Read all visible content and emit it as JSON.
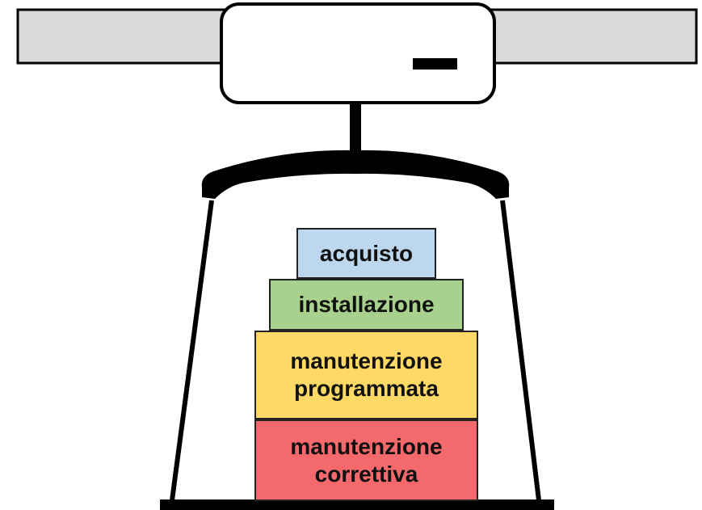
{
  "diagram": {
    "blocks": [
      {
        "id": "acquisto",
        "label": "acquisto",
        "color": "#bdd7ee"
      },
      {
        "id": "installazione",
        "label": "installazione",
        "color": "#a9d18e"
      },
      {
        "id": "programmata",
        "label": "manutenzione\nprogrammata",
        "color": "#ffd966"
      },
      {
        "id": "correttiva",
        "label": "manutenzione\ncorrettiva",
        "color": "#f4696b"
      }
    ],
    "colors": {
      "beam": "#d9d9d9",
      "outline": "#000000",
      "display_box": "#ffffff"
    }
  }
}
